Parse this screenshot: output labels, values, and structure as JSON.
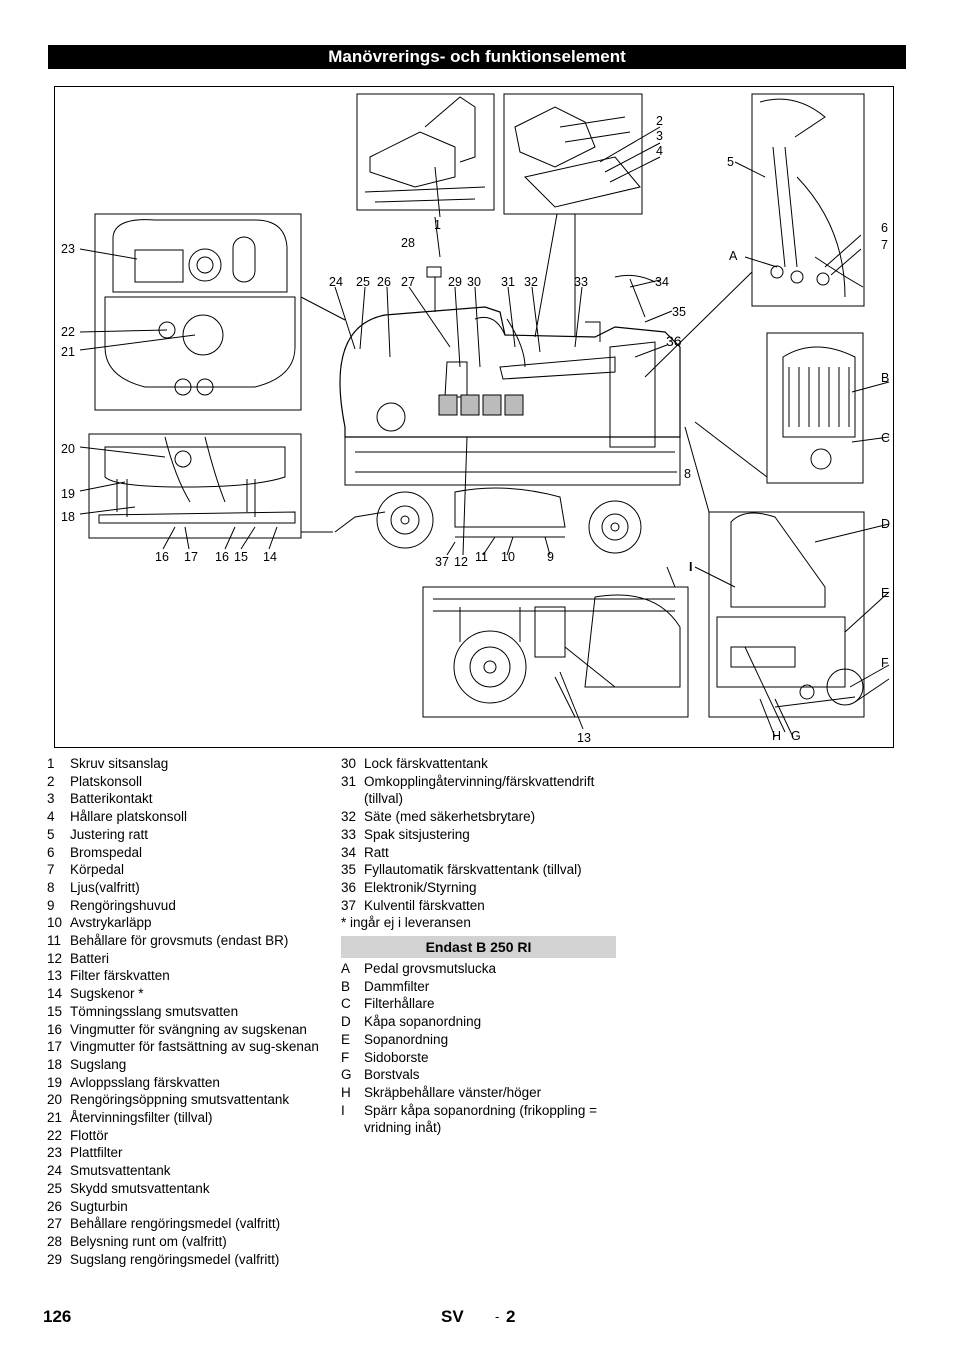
{
  "header": {
    "title": "Manövrerings- och funktionselement"
  },
  "figure": {
    "callouts": [
      "1",
      "2",
      "3",
      "4",
      "5",
      "6",
      "7",
      "8",
      "9",
      "10",
      "11",
      "12",
      "13",
      "14",
      "15",
      "16",
      "16",
      "17",
      "18",
      "19",
      "20",
      "21",
      "22",
      "23",
      "24",
      "25",
      "26",
      "27",
      "28",
      "29",
      "30",
      "31",
      "32",
      "33",
      "34",
      "35",
      "36",
      "37",
      "A",
      "B",
      "C",
      "D",
      "E",
      "F",
      "G",
      "H",
      "I"
    ]
  },
  "legend_numbers": [
    {
      "n": "1",
      "t": "Skruv sitsanslag"
    },
    {
      "n": "2",
      "t": "Platskonsoll"
    },
    {
      "n": "3",
      "t": "Batterikontakt"
    },
    {
      "n": "4",
      "t": "Hållare platskonsoll"
    },
    {
      "n": "5",
      "t": "Justering ratt"
    },
    {
      "n": "6",
      "t": "Bromspedal"
    },
    {
      "n": "7",
      "t": "Körpedal"
    },
    {
      "n": "8",
      "t": "Ljus(valfritt)"
    },
    {
      "n": "9",
      "t": "Rengöringshuvud"
    },
    {
      "n": "10",
      "t": "Avstrykarläpp"
    },
    {
      "n": "11",
      "t": "Behållare för grovsmuts (endast BR)"
    },
    {
      "n": "12",
      "t": "Batteri"
    },
    {
      "n": "13",
      "t": "Filter färskvatten"
    },
    {
      "n": "14",
      "t": "Sugskenor *"
    },
    {
      "n": "15",
      "t": "Tömningsslang smutsvatten"
    },
    {
      "n": "16",
      "t": "Vingmutter för svängning av sugskenan"
    },
    {
      "n": "17",
      "t": "Vingmutter för fastsättning av sug-skenan"
    },
    {
      "n": "18",
      "t": "Sugslang"
    },
    {
      "n": "19",
      "t": "Avloppsslang färskvatten"
    },
    {
      "n": "20",
      "t": "Rengöringsöppning smutsvattentank"
    },
    {
      "n": "21",
      "t": "Återvinningsfilter (tillval)"
    },
    {
      "n": "22",
      "t": "Flottör"
    },
    {
      "n": "23",
      "t": "Plattfilter"
    },
    {
      "n": "24",
      "t": "Smutsvattentank"
    },
    {
      "n": "25",
      "t": "Skydd smutsvattentank"
    },
    {
      "n": "26",
      "t": "Sugturbin"
    },
    {
      "n": "27",
      "t": "Behållare rengöringsmedel (valfritt)"
    },
    {
      "n": "28",
      "t": "Belysning runt om (valfritt)"
    },
    {
      "n": "29",
      "t": "Sugslang rengöringsmedel (valfritt)"
    },
    {
      "n": "30",
      "t": "Lock färskvattentank"
    },
    {
      "n": "31",
      "t": "Omkopplingåtervinning/färskvattendrift (tillval)"
    },
    {
      "n": "32",
      "t": "Säte (med säkerhetsbrytare)"
    },
    {
      "n": "33",
      "t": "Spak sitsjustering"
    },
    {
      "n": "34",
      "t": "Ratt"
    },
    {
      "n": "35",
      "t": "Fyllautomatik färskvattentank (tillval)"
    },
    {
      "n": "36",
      "t": "Elektronik/Styrning"
    },
    {
      "n": "37",
      "t": "Kulventil färskvatten"
    }
  ],
  "note": "* ingår ej i leveransen",
  "subheading": "Endast B 250 RI",
  "legend_letters": [
    {
      "n": "A",
      "t": "Pedal grovsmutslucka"
    },
    {
      "n": "B",
      "t": "Dammfilter"
    },
    {
      "n": "C",
      "t": "Filterhållare"
    },
    {
      "n": "D",
      "t": "Kåpa sopanordning"
    },
    {
      "n": "E",
      "t": "Sopanordning"
    },
    {
      "n": "F",
      "t": "Sidoborste"
    },
    {
      "n": "G",
      "t": "Borstvals"
    },
    {
      "n": "H",
      "t": "Skräpbehållare vänster/höger"
    },
    {
      "n": "I",
      "t": "Spärr kåpa sopanordning (frikoppling = vridning inåt)"
    }
  ],
  "footer": {
    "page": "126",
    "lang": "SV",
    "sep": "-",
    "num": "2"
  }
}
